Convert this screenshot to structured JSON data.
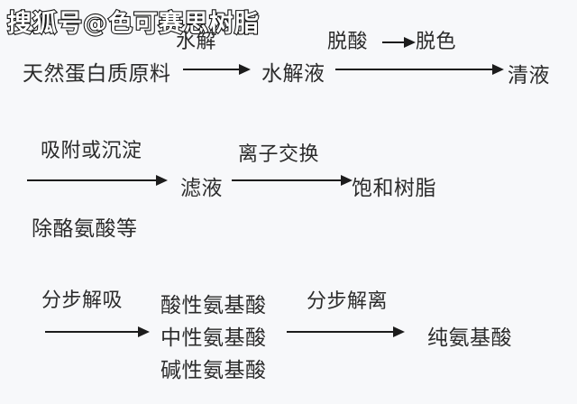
{
  "watermark": {
    "text": "搜狐号@色可赛思树脂"
  },
  "flow": {
    "stage1": {
      "input": "天然蛋白质原料",
      "step_label": "水解",
      "output": "水解液",
      "substep_first": "脱酸",
      "substep_second": "脱色",
      "final": "清液"
    },
    "stage2": {
      "step_label": "吸附或沉淀",
      "step_note": "除酪氨酸等",
      "output": "滤液",
      "step2_label": "离子交换",
      "final": "饱和树脂"
    },
    "stage3": {
      "step_label": "分步解吸",
      "outputs": [
        "酸性氨基酸",
        "中性氨基酸",
        "碱性氨基酸"
      ],
      "step2_label": "分步解离",
      "final": "纯氨基酸"
    }
  },
  "colors": {
    "background": "#f7f8fa",
    "text": "#2b2b2b",
    "arrow": "#1c1c1c",
    "watermark_fill": "#ffffff",
    "watermark_stroke": "#141414"
  }
}
